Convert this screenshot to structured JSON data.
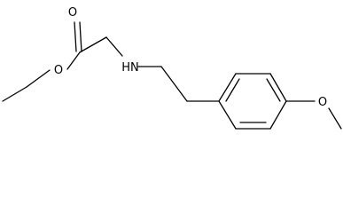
{
  "structure": {
    "atoms": {
      "carbonyl_oxygen": "O",
      "ester_oxygen": "O",
      "amine": "HN",
      "ether_oxygen": "O"
    },
    "colors": {
      "bond": "#000000",
      "label": "#000000",
      "background": "#ffffff"
    }
  }
}
